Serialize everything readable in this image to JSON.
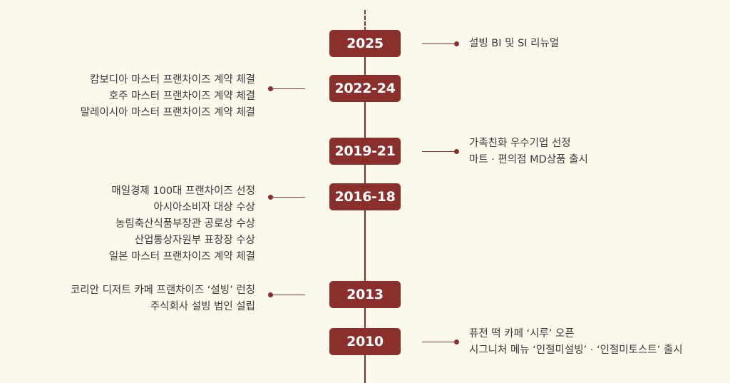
{
  "colors": {
    "background": "#fbf8ec",
    "accent": "#8b2f2c",
    "text": "#3a3a3a"
  },
  "milestones": [
    {
      "year": "2025",
      "side": "right",
      "events": [
        "설빙 BI 및 SI 리뉴얼"
      ]
    },
    {
      "year": "2022-24",
      "side": "left",
      "events": [
        "캄보디아 마스터 프랜차이즈 계약 체결",
        "호주 마스터 프랜차이즈 계약 체결",
        "말레이시아 마스터 프랜차이즈 계약 체결"
      ]
    },
    {
      "year": "2019-21",
      "side": "right",
      "events": [
        "가족친화 우수기업 선정",
        "마트 · 편의점 MD상품 출시"
      ]
    },
    {
      "year": "2016-18",
      "side": "left",
      "events": [
        "매일경제 100대 프랜차이즈 선정",
        "아시아소비자 대상 수상",
        "농림축산식품부장관 공로상 수상",
        "산업통상자원부 표창장 수상",
        "일본 마스터 프랜차이즈 계약 체결"
      ]
    },
    {
      "year": "2013",
      "side": "left",
      "events": [
        "코리안 디저트 카페 프랜차이즈 ‘설빙’ 런칭",
        "주식회사 설빙 법인 설립"
      ]
    },
    {
      "year": "2010",
      "side": "right",
      "events": [
        "퓨전 떡 카페 ‘시루’ 오픈",
        "시그니처 메뉴 ‘인절미설빙’ · ‘인절미토스트’ 출시"
      ]
    }
  ]
}
